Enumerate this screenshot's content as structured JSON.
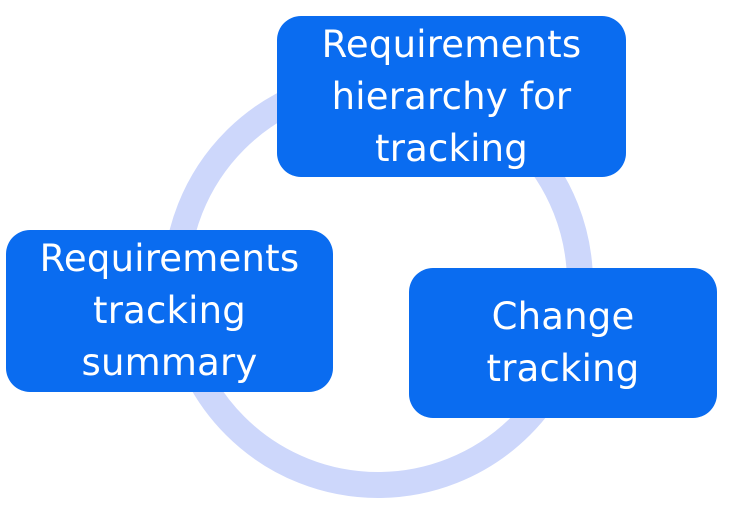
{
  "colors": {
    "box_background": "#0a6cf0",
    "box_text": "#ffffff",
    "cycle_ring": "#cdd7fb"
  },
  "nodes": {
    "top": "Requirements hierarchy for tracking",
    "left": "Requirements tracking summary",
    "right": "Change tracking"
  }
}
